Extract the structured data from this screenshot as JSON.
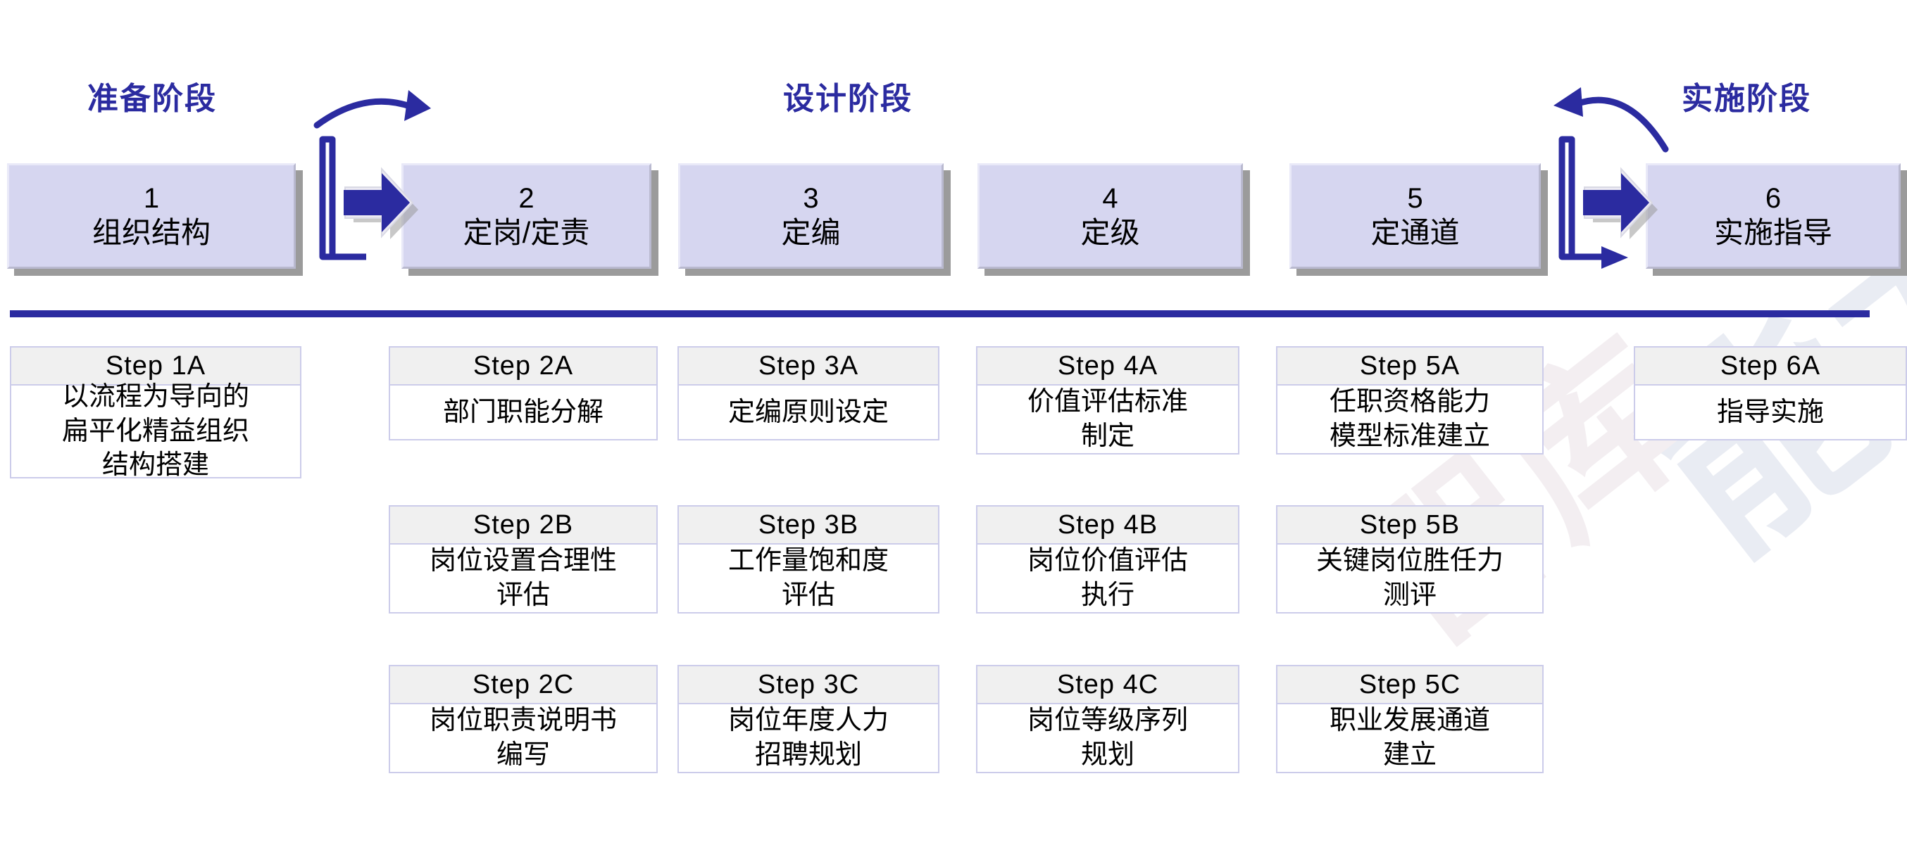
{
  "colors": {
    "accent_blue": "#2b2ba0",
    "stage_fill": "#d6d6f0",
    "stage_shadow": "#9b9b9b",
    "step_header_fill": "#f0f0f0",
    "step_border": "#ccccea",
    "background": "#ffffff"
  },
  "watermark": {
    "text_1": "能力",
    "text_2": "智库"
  },
  "phases": [
    {
      "label": "准备阶段"
    },
    {
      "label": "设计阶段"
    },
    {
      "label": "实施阶段"
    }
  ],
  "stages": [
    {
      "number": "1",
      "name": "组织结构"
    },
    {
      "number": "2",
      "name": "定岗/定责"
    },
    {
      "number": "3",
      "name": "定编"
    },
    {
      "number": "4",
      "name": "定级"
    },
    {
      "number": "5",
      "name": "定通道"
    },
    {
      "number": "6",
      "name": "实施指导"
    }
  ],
  "connectors": [
    {
      "name": "prep-to-design-connector",
      "direction": "forward"
    },
    {
      "name": "design-to-implement-connector",
      "direction": "reverse"
    }
  ],
  "columns": [
    {
      "stage": "1",
      "steps": [
        {
          "header": "Step 1A",
          "body": "以流程为导向的\n扁平化精益组织\n结构搭建"
        }
      ]
    },
    {
      "stage": "2",
      "steps": [
        {
          "header": "Step 2A",
          "body": "部门职能分解"
        },
        {
          "header": "Step 2B",
          "body": "岗位设置合理性\n评估"
        },
        {
          "header": "Step 2C",
          "body": "岗位职责说明书\n编写"
        }
      ]
    },
    {
      "stage": "3",
      "steps": [
        {
          "header": "Step 3A",
          "body": "定编原则设定"
        },
        {
          "header": "Step 3B",
          "body": "工作量饱和度\n评估"
        },
        {
          "header": "Step 3C",
          "body": "岗位年度人力\n招聘规划"
        }
      ]
    },
    {
      "stage": "4",
      "steps": [
        {
          "header": "Step 4A",
          "body": "价值评估标准\n制定"
        },
        {
          "header": "Step 4B",
          "body": "岗位价值评估\n执行"
        },
        {
          "header": "Step 4C",
          "body": "岗位等级序列\n规划"
        }
      ]
    },
    {
      "stage": "5",
      "steps": [
        {
          "header": "Step 5A",
          "body": "任职资格能力\n模型标准建立"
        },
        {
          "header": "Step 5B",
          "body": "关键岗位胜任力\n测评"
        },
        {
          "header": "Step 5C",
          "body": "职业发展通道\n建立"
        }
      ]
    },
    {
      "stage": "6",
      "steps": [
        {
          "header": "Step 6A",
          "body": "指导实施"
        }
      ]
    }
  ]
}
